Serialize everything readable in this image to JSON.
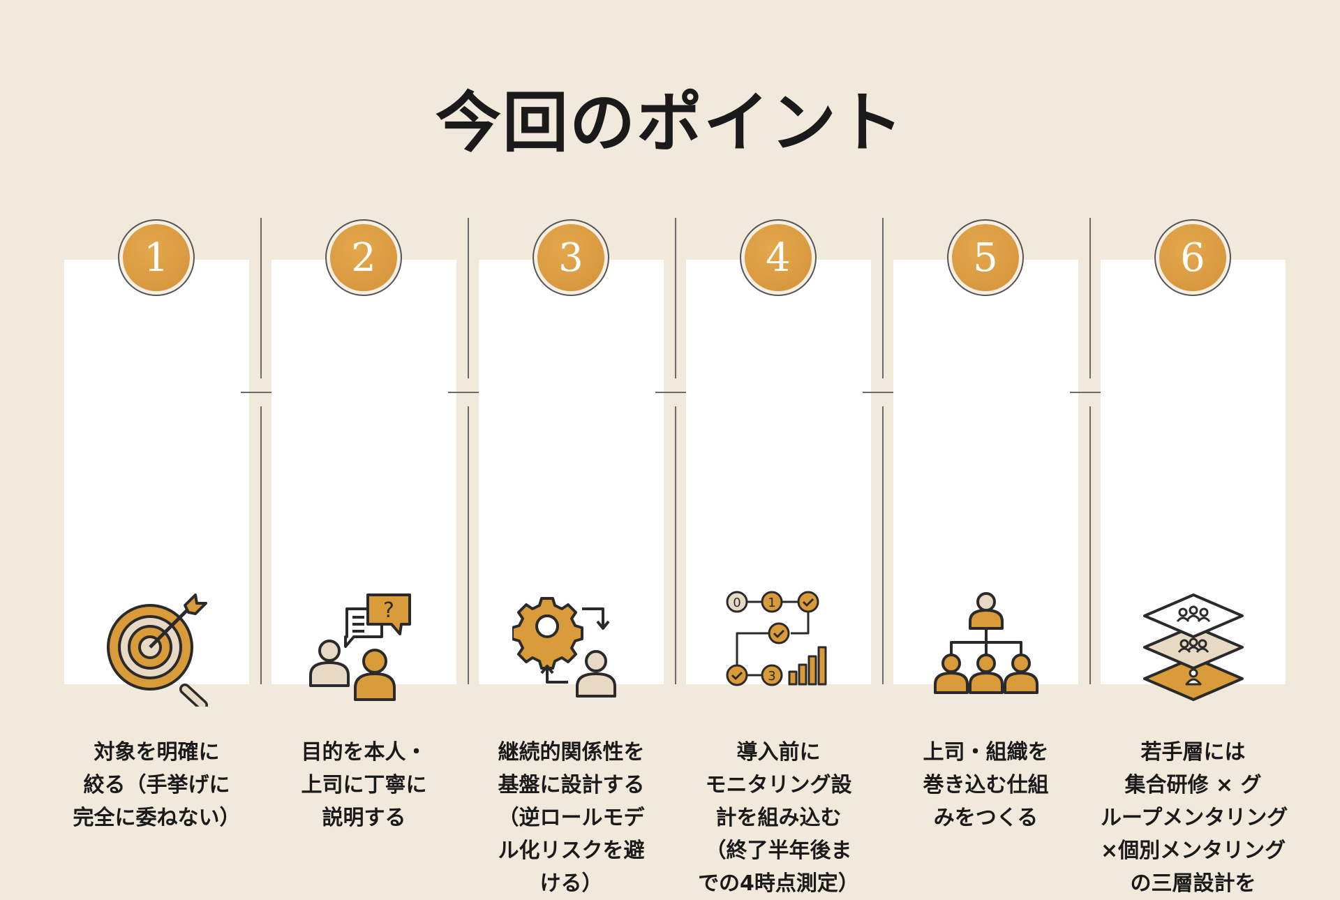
{
  "title": "今回のポイント",
  "colors": {
    "background": "#f2e9dd",
    "accent": "#d99a3a",
    "beige": "#e8d9c4",
    "ink": "#2a2a2a"
  },
  "steps": [
    {
      "number": "1",
      "icon": "target-magnifier-icon",
      "lines": [
        "対象を明確に",
        "絞る（手挙げに",
        "完全に委ねない）"
      ]
    },
    {
      "number": "2",
      "icon": "conversation-people-icon",
      "lines": [
        "目的を本人・",
        "上司に丁寧に",
        "説明する"
      ]
    },
    {
      "number": "3",
      "icon": "gear-cycle-person-icon",
      "lines": [
        "継続的関係性を",
        "基盤に設計する",
        "（逆ロールモデ",
        "ル化リスクを避",
        "ける）"
      ]
    },
    {
      "number": "4",
      "icon": "monitoring-flow-icon",
      "lines": [
        "導入前に",
        "モニタリング設",
        "計を組み込む",
        "（終了半年後ま",
        "での4時点測定）"
      ]
    },
    {
      "number": "5",
      "icon": "org-chart-icon",
      "lines": [
        "上司・組織を",
        "巻き込む仕組",
        "みをつくる"
      ]
    },
    {
      "number": "6",
      "icon": "layers-groups-icon",
      "lines": [
        "若手層には",
        "集合研修 × グ",
        "ループメンタリング",
        "×個別メンタリング",
        "の三層設計を"
      ]
    }
  ],
  "flow_labels": [
    "0",
    "1",
    "3"
  ]
}
